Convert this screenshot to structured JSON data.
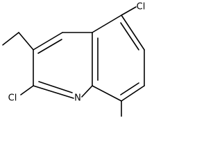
{
  "molecule": {
    "atoms": {
      "cl_top_right": "Cl",
      "cl_bottom_left": "Cl",
      "nitrogen": "N"
    }
  }
}
